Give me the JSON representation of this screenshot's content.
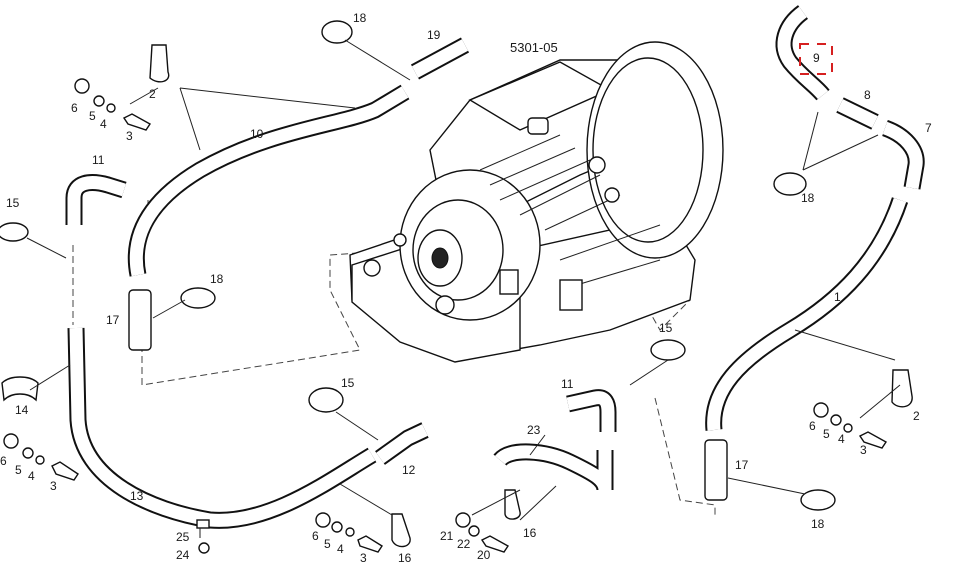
{
  "diagram": {
    "assembly_code": "5301-05",
    "highlight_color": "#d62020",
    "callouts": [
      {
        "id": "c18a",
        "text": "18"
      },
      {
        "id": "c19",
        "text": "19"
      },
      {
        "id": "c2a",
        "text": "2"
      },
      {
        "id": "c6a",
        "text": "6"
      },
      {
        "id": "c5a",
        "text": "5"
      },
      {
        "id": "c4a",
        "text": "4"
      },
      {
        "id": "c3a",
        "text": "3"
      },
      {
        "id": "c10",
        "text": "10"
      },
      {
        "id": "c11a",
        "text": "11"
      },
      {
        "id": "c15a",
        "text": "15"
      },
      {
        "id": "c18b",
        "text": "18"
      },
      {
        "id": "c17a",
        "text": "17"
      },
      {
        "id": "c14",
        "text": "14"
      },
      {
        "id": "c6b",
        "text": "6"
      },
      {
        "id": "c5b",
        "text": "5"
      },
      {
        "id": "c4b",
        "text": "4"
      },
      {
        "id": "c3b",
        "text": "3"
      },
      {
        "id": "c13",
        "text": "13"
      },
      {
        "id": "c25",
        "text": "25"
      },
      {
        "id": "c24",
        "text": "24"
      },
      {
        "id": "c15b",
        "text": "15"
      },
      {
        "id": "c12",
        "text": "12"
      },
      {
        "id": "c6c",
        "text": "6"
      },
      {
        "id": "c5c",
        "text": "5"
      },
      {
        "id": "c4c",
        "text": "4"
      },
      {
        "id": "c3c",
        "text": "3"
      },
      {
        "id": "c16a",
        "text": "16"
      },
      {
        "id": "c23",
        "text": "23"
      },
      {
        "id": "c11b",
        "text": "11"
      },
      {
        "id": "c21",
        "text": "21"
      },
      {
        "id": "c22",
        "text": "22"
      },
      {
        "id": "c20",
        "text": "20"
      },
      {
        "id": "c16b",
        "text": "16"
      },
      {
        "id": "c15c",
        "text": "15"
      },
      {
        "id": "c9",
        "text": "9"
      },
      {
        "id": "c8",
        "text": "8"
      },
      {
        "id": "c7",
        "text": "7"
      },
      {
        "id": "c18c",
        "text": "18"
      },
      {
        "id": "c1",
        "text": "1"
      },
      {
        "id": "c2b",
        "text": "2"
      },
      {
        "id": "c6d",
        "text": "6"
      },
      {
        "id": "c5d",
        "text": "5"
      },
      {
        "id": "c4d",
        "text": "4"
      },
      {
        "id": "c3d",
        "text": "3"
      },
      {
        "id": "c17b",
        "text": "17"
      },
      {
        "id": "c18d",
        "text": "18"
      }
    ]
  }
}
